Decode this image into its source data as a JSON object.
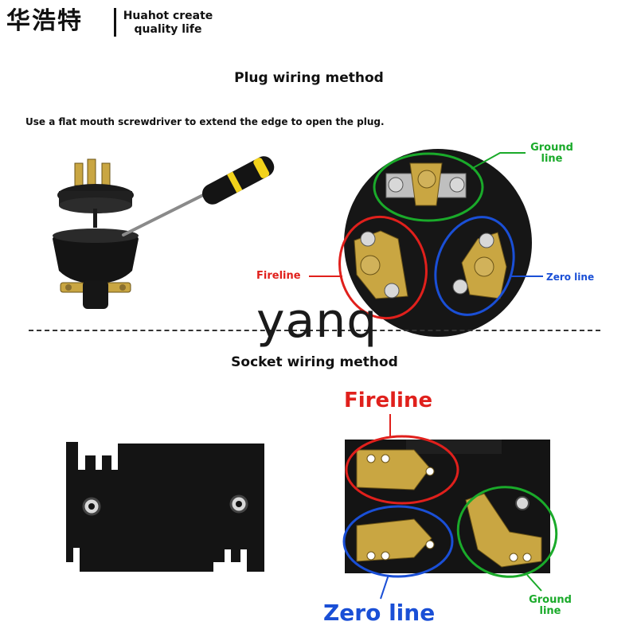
{
  "brand": {
    "cn_name": "华浩特",
    "slogan_line1": "Huahot create",
    "slogan_line2": "quality life"
  },
  "plug": {
    "title": "Plug wiring method",
    "instruction": "Use a flat mouth screwdriver to extend the edge to open the plug.",
    "labels": {
      "ground_line1": "Ground",
      "ground_line2": "line",
      "fireline": "Fireline",
      "zero_line": "Zero line"
    }
  },
  "socket": {
    "title": "Socket wiring method",
    "labels": {
      "fireline": "Fireline",
      "zero_line": "Zero line",
      "ground_line1": "Ground",
      "ground_line2": "line"
    }
  },
  "watermark": "yanq",
  "colors": {
    "red": "#e0201c",
    "green": "#1aaa2a",
    "blue": "#1a4fd6",
    "brass": "#c9a642",
    "black": "#111111"
  }
}
